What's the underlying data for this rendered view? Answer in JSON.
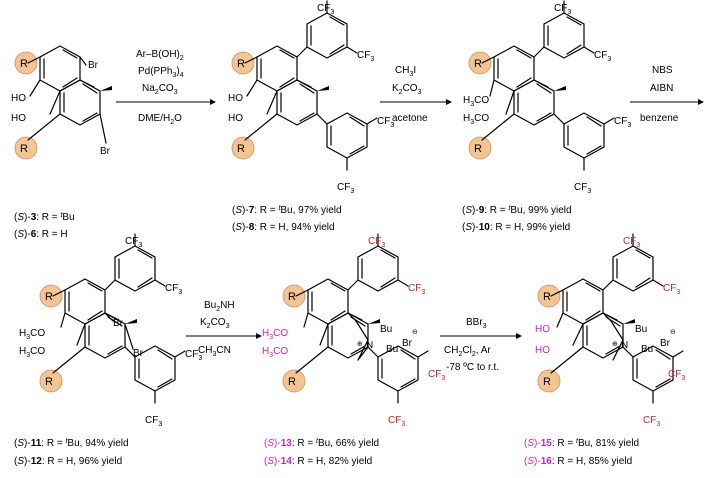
{
  "colors": {
    "black": "#000000",
    "red": "#d42020",
    "magenta": "#d020c8",
    "r_circle": "#f4c592",
    "r_circle_edge": "#c8925a"
  },
  "atoms": {
    "r": "R",
    "br": "Br",
    "cf3": "CF",
    "cf3_sub": "3",
    "ho": "HO",
    "h3co": "H",
    "h3co_3": "3",
    "h3co_rest": "CO",
    "bu": "Bu",
    "n": "N",
    "plus": "⊕",
    "br_anion": "Br",
    "minus": "⊖"
  },
  "conditions": {
    "step1": {
      "line1": "Ar–B(OH)",
      "line1_sub": "2",
      "line2": "Pd(PPh",
      "line2_sub": "3",
      "line2_end": ")",
      "line2_sub2": "4",
      "line3": "Na",
      "line3_sub": "2",
      "line3_mid": "CO",
      "line3_sub2": "3",
      "line4": "DME/H",
      "line4_sub": "2",
      "line4_end": "O"
    },
    "step2": {
      "line1": "CH",
      "line1_sub": "3",
      "line1_end": "I",
      "line2": "K",
      "line2_sub": "2",
      "line2_mid": "CO",
      "line2_sub2": "3",
      "line3": "acetone"
    },
    "step3": {
      "line1": "NBS",
      "line2": "AIBN",
      "line3": "benzene"
    },
    "step4": {
      "line1": "Bu",
      "line1_sub": "2",
      "line1_end": "NH",
      "line2": "K",
      "line2_sub": "2",
      "line2_mid": "CO",
      "line2_sub2": "3",
      "line3": "CH",
      "line3_sub": "3",
      "line3_end": "CN"
    },
    "step5": {
      "line1": "BBr",
      "line1_sub": "3",
      "line2": "CH",
      "line2_sub": "2",
      "line2_mid": "Cl",
      "line2_sub2": "2",
      "line2_end": ", Ar",
      "line3": "-78 ºC to r.t."
    }
  },
  "compounds": {
    "c3": {
      "pre": "(",
      "s": "S",
      "mid": ")-",
      "num": "3",
      "rest1": ": R = ",
      "sup": "t",
      "rest2": "Bu"
    },
    "c6": {
      "pre": "(",
      "s": "S",
      "mid": ")-",
      "num": "6",
      "rest1": ": R = H"
    },
    "c7": {
      "pre": "(",
      "s": "S",
      "mid": ")-",
      "num": "7",
      "rest1": ": R = ",
      "sup": "t",
      "rest2": "Bu, 97% yield"
    },
    "c8": {
      "pre": "(",
      "s": "S",
      "mid": ")-",
      "num": "8",
      "rest1": ": R = H,  94%  yield"
    },
    "c9": {
      "pre": "(",
      "s": "S",
      "mid": ")-",
      "num": "9",
      "rest1": ": R = ",
      "sup": "t",
      "rest2": "Bu, 99% yield"
    },
    "c10": {
      "pre": "(",
      "s": "S",
      "mid": ")-",
      "num": "10",
      "rest1": ": R = H, 99% yield"
    },
    "c11": {
      "pre": "(",
      "s": "S",
      "mid": ")-",
      "num": "11",
      "rest1": ": R = ",
      "sup": "t",
      "rest2": "Bu, 94% yield"
    },
    "c12": {
      "pre": "(",
      "s": "S",
      "mid": ")-",
      "num": "12",
      "rest1": ": R = H, 96% yield"
    },
    "c13": {
      "pre": "(",
      "s": "S",
      "mid": ")-",
      "num": "13",
      "rest1": ": R = ",
      "sup": "t",
      "rest2": "Bu, 66% yield"
    },
    "c14": {
      "pre": "(",
      "s": "S",
      "mid": ")-",
      "num": "14",
      "rest1": ": R = H, 82% yield"
    },
    "c15": {
      "pre": "(",
      "s": "S",
      "mid": ")-",
      "num": "15",
      "rest1": ": R = ",
      "sup": "t",
      "rest2": "Bu, 81% yield"
    },
    "c16": {
      "pre": "(",
      "s": "S",
      "mid": ")-",
      "num": "16",
      "rest1": ": R = H, 85% yield"
    }
  }
}
